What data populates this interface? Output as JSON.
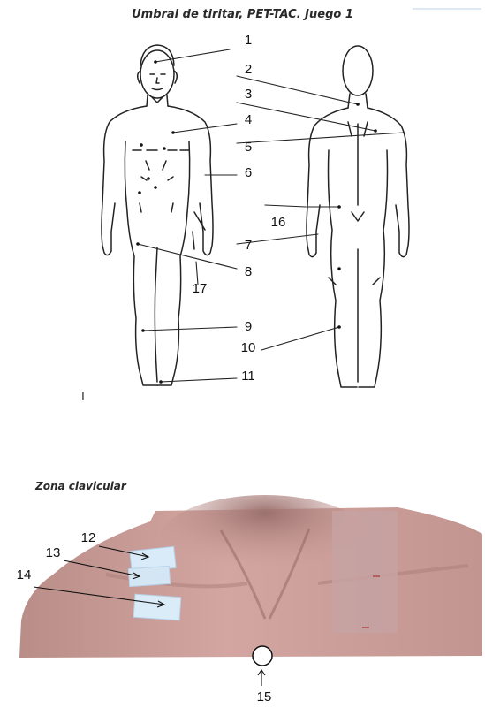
{
  "titles": {
    "top": "Umbral de tiritar, PET-TAC. Juego 1",
    "bottom": "Zona clavicular"
  },
  "labels": {
    "n1": "1",
    "n2": "2",
    "n3": "3",
    "n4": "4",
    "n5": "5",
    "n6": "6",
    "n7": "7",
    "n8": "8",
    "n9": "9",
    "n10": "10",
    "n11": "11",
    "n12": "12",
    "n13": "13",
    "n14": "14",
    "n15": "15",
    "n16": "16",
    "n17": "17",
    "stray": "I"
  },
  "colors": {
    "skin": "#c99a95",
    "skin_dark": "#a87270",
    "patch": "#cfe4f5",
    "line": "#222222",
    "accent_line": "#dfe8f5"
  }
}
